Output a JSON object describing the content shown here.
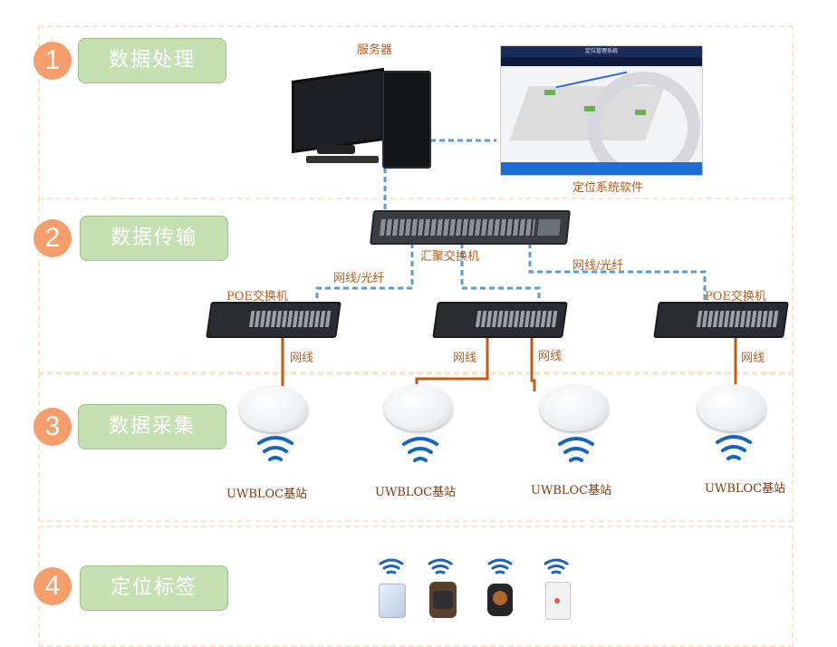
{
  "layers": [
    {
      "number": "1",
      "label": "数据处理"
    },
    {
      "number": "2",
      "label": "数据传输"
    },
    {
      "number": "3",
      "label": "数据采集"
    },
    {
      "number": "4",
      "label": "定位标签"
    }
  ],
  "devices": {
    "server": "服务器",
    "software": "定位系统软件",
    "software_title": "定位管理系统",
    "core_switch": "汇聚交换机",
    "poe_switch": "POE交换机",
    "base_station": "UWBLOC基站"
  },
  "links": {
    "fiber": "网线/光纤",
    "cable": "网线"
  },
  "colors": {
    "layer_number": "#f59e6b",
    "layer_label": "#c5e0b3",
    "fiber_line": "#5b9bd5",
    "cable_line": "#c55a11",
    "wifi": "#1565c0"
  }
}
